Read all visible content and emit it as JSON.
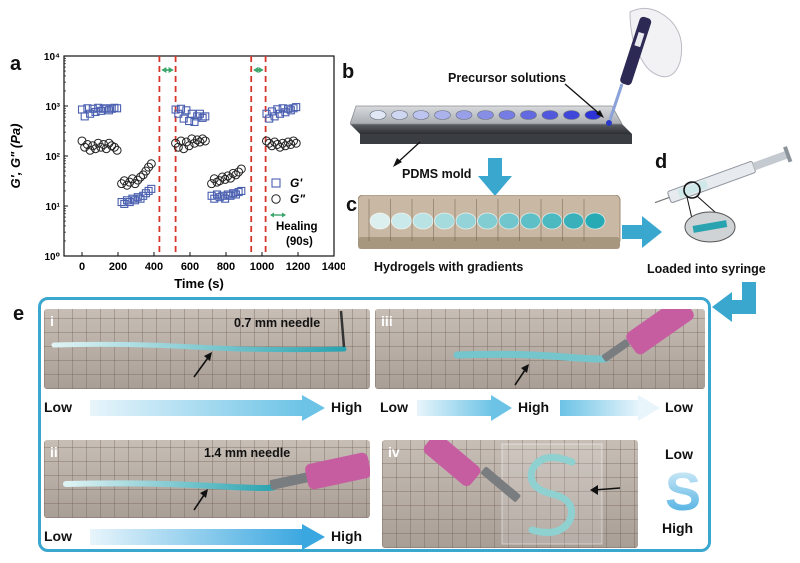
{
  "panels": {
    "a": "a",
    "b": "b",
    "c": "c",
    "d": "d",
    "e": "e"
  },
  "chart_data": {
    "type": "scatter",
    "ylabel": "G', G\" (Pa)",
    "xlabel": "Time (s)",
    "x_ticks": [
      "0",
      "200",
      "400",
      "600",
      "800",
      "1000",
      "1200",
      "1400"
    ],
    "y_ticks": [
      "10⁰",
      "10¹",
      "10²",
      "10³",
      "10⁴"
    ],
    "xlim": [
      -100,
      1400
    ],
    "ylim_log10": [
      0,
      4
    ],
    "legend": [
      {
        "name": "G'",
        "marker": "open-square",
        "color": "#4a5fb0"
      },
      {
        "name": "G\"",
        "marker": "open-circle",
        "color": "#222222"
      }
    ],
    "healing_label": "Healing",
    "healing_duration": "(90s)",
    "healing_intervals": [
      [
        430,
        520
      ],
      [
        940,
        1020
      ]
    ],
    "series": [
      {
        "name": "G'",
        "points": [
          [
            0,
            850
          ],
          [
            15,
            620
          ],
          [
            30,
            900
          ],
          [
            45,
            700
          ],
          [
            60,
            880
          ],
          [
            75,
            760
          ],
          [
            90,
            920
          ],
          [
            105,
            800
          ],
          [
            120,
            880
          ],
          [
            135,
            900
          ],
          [
            150,
            820
          ],
          [
            165,
            880
          ],
          [
            180,
            920
          ],
          [
            195,
            900
          ],
          [
            220,
            12
          ],
          [
            235,
            11
          ],
          [
            250,
            13
          ],
          [
            265,
            12
          ],
          [
            280,
            14
          ],
          [
            295,
            13
          ],
          [
            310,
            15
          ],
          [
            325,
            14
          ],
          [
            340,
            16
          ],
          [
            355,
            18
          ],
          [
            370,
            20
          ],
          [
            385,
            22
          ],
          [
            520,
            850
          ],
          [
            535,
            700
          ],
          [
            550,
            880
          ],
          [
            565,
            560
          ],
          [
            580,
            820
          ],
          [
            595,
            500
          ],
          [
            610,
            700
          ],
          [
            625,
            480
          ],
          [
            640,
            620
          ],
          [
            655,
            700
          ],
          [
            670,
            580
          ],
          [
            685,
            620
          ],
          [
            720,
            16
          ],
          [
            735,
            14
          ],
          [
            750,
            17
          ],
          [
            765,
            15
          ],
          [
            780,
            16
          ],
          [
            795,
            14
          ],
          [
            810,
            17
          ],
          [
            825,
            16
          ],
          [
            840,
            18
          ],
          [
            855,
            17
          ],
          [
            870,
            19
          ],
          [
            885,
            20
          ],
          [
            1025,
            700
          ],
          [
            1040,
            560
          ],
          [
            1055,
            780
          ],
          [
            1070,
            620
          ],
          [
            1085,
            860
          ],
          [
            1100,
            700
          ],
          [
            1115,
            900
          ],
          [
            1130,
            750
          ],
          [
            1145,
            880
          ],
          [
            1160,
            820
          ],
          [
            1175,
            900
          ],
          [
            1190,
            950
          ]
        ]
      },
      {
        "name": "G\"",
        "points": [
          [
            0,
            200
          ],
          [
            15,
            150
          ],
          [
            30,
            170
          ],
          [
            45,
            130
          ],
          [
            60,
            160
          ],
          [
            75,
            140
          ],
          [
            90,
            180
          ],
          [
            105,
            150
          ],
          [
            120,
            170
          ],
          [
            135,
            140
          ],
          [
            150,
            180
          ],
          [
            165,
            160
          ],
          [
            180,
            150
          ],
          [
            195,
            130
          ],
          [
            220,
            28
          ],
          [
            235,
            32
          ],
          [
            250,
            26
          ],
          [
            265,
            30
          ],
          [
            280,
            35
          ],
          [
            295,
            28
          ],
          [
            310,
            33
          ],
          [
            325,
            38
          ],
          [
            340,
            42
          ],
          [
            355,
            50
          ],
          [
            370,
            60
          ],
          [
            385,
            70
          ],
          [
            520,
            180
          ],
          [
            535,
            150
          ],
          [
            550,
            200
          ],
          [
            565,
            140
          ],
          [
            580,
            190
          ],
          [
            595,
            160
          ],
          [
            610,
            220
          ],
          [
            625,
            180
          ],
          [
            640,
            210
          ],
          [
            655,
            190
          ],
          [
            670,
            220
          ],
          [
            685,
            200
          ],
          [
            720,
            28
          ],
          [
            735,
            35
          ],
          [
            750,
            30
          ],
          [
            765,
            32
          ],
          [
            780,
            38
          ],
          [
            795,
            34
          ],
          [
            810,
            40
          ],
          [
            825,
            36
          ],
          [
            840,
            45
          ],
          [
            855,
            42
          ],
          [
            870,
            48
          ],
          [
            885,
            55
          ],
          [
            1025,
            200
          ],
          [
            1040,
            180
          ],
          [
            1055,
            160
          ],
          [
            1070,
            190
          ],
          [
            1085,
            170
          ],
          [
            1100,
            150
          ],
          [
            1115,
            180
          ],
          [
            1130,
            160
          ],
          [
            1145,
            190
          ],
          [
            1160,
            170
          ],
          [
            1175,
            200
          ],
          [
            1190,
            180
          ]
        ]
      }
    ]
  },
  "panel_b": {
    "precursor_label": "Precursor solutions",
    "mold_label": "PDMS mold"
  },
  "panel_c": {
    "label": "Hydrogels with gradients"
  },
  "panel_d": {
    "label": "Loaded into syringe"
  },
  "panel_e": {
    "i": {
      "roman": "i",
      "needle": "0.7 mm needle",
      "low": "Low",
      "high": "High"
    },
    "ii": {
      "roman": "ii",
      "needle": "1.4 mm needle",
      "low": "Low",
      "high": "High"
    },
    "iii": {
      "roman": "iii",
      "low_left": "Low",
      "high": "High",
      "low_right": "Low"
    },
    "iv": {
      "roman": "iv",
      "low": "Low",
      "high": "High",
      "shape_letter": "S"
    }
  },
  "colors": {
    "accent_blue": "#3aa7cf",
    "healing_line": "#d9362b",
    "healing_arrow": "#3aa66a",
    "gel_light": "#cfeef0",
    "gel_dark": "#2aa3b0"
  }
}
